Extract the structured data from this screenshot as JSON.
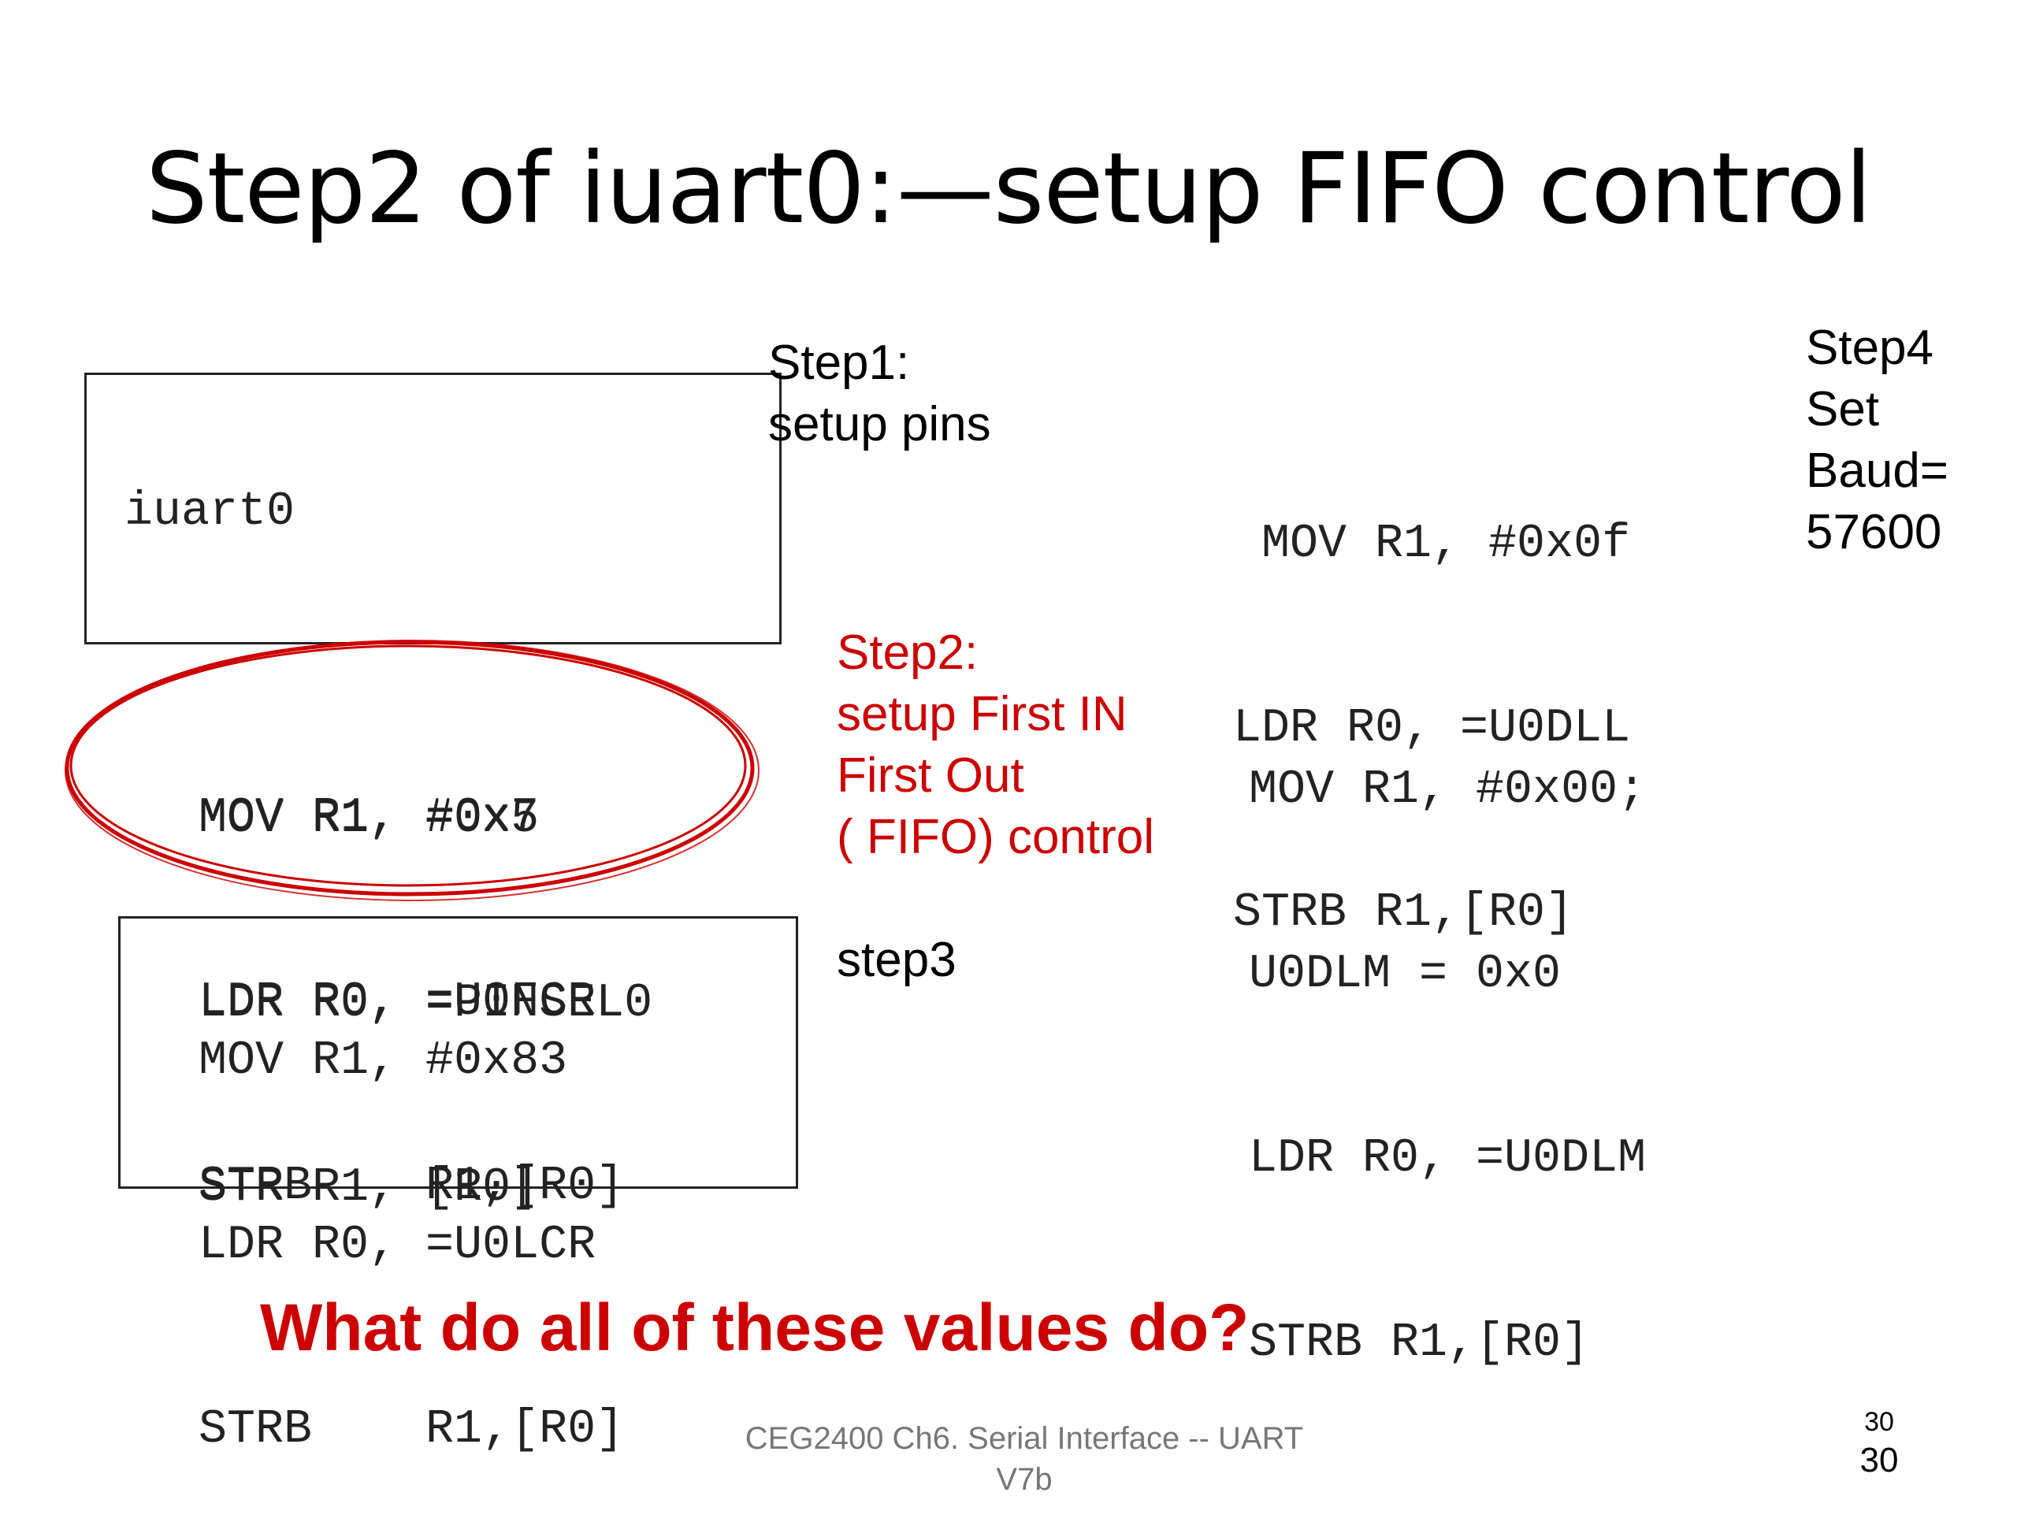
{
  "slide": {
    "title": "Step2 of iuart0:—setup FIFO control",
    "question": "What do all of these values do?",
    "footer_line1": "CEG2400 Ch6. Serial Interface -- UART",
    "footer_line2": "V7b",
    "page_number_small": "30",
    "page_number_large": "30"
  },
  "code_blocks": {
    "block1": {
      "header": "iuart0",
      "lines": [
        "MOV R1, #0x5",
        "LDR R0, =PINSEL0",
        "STR R1, [R0]"
      ]
    },
    "block2": {
      "lines": [
        "MOV R1, #0x7",
        "LDR R0, =U0FCR",
        "STRB    R1,[R0]"
      ]
    },
    "block3": {
      "lines": [
        "MOV R1, #0x83",
        "LDR R0, =U0LCR",
        "STRB    R1,[R0]"
      ]
    },
    "block4": {
      "lines": [
        " MOV R1, #0x0f",
        "LDR R0, =U0DLL",
        "STRB R1,[R0]"
      ]
    },
    "block5": {
      "lines": [
        "MOV R1, #0x00;",
        "U0DLM = 0x0",
        "LDR R0, =U0DLM",
        "STRB R1,[R0]"
      ]
    }
  },
  "labels": {
    "step1": [
      "Step1:",
      "setup pins"
    ],
    "step2": [
      "Step2:",
      "setup First IN",
      "First Out",
      "( FIFO) control"
    ],
    "step3": "step3",
    "step4": [
      "Step4",
      "Set",
      "Baud=",
      "57600"
    ]
  },
  "colors": {
    "accent_red": "#cc0000",
    "footer_gray": "#777777"
  }
}
